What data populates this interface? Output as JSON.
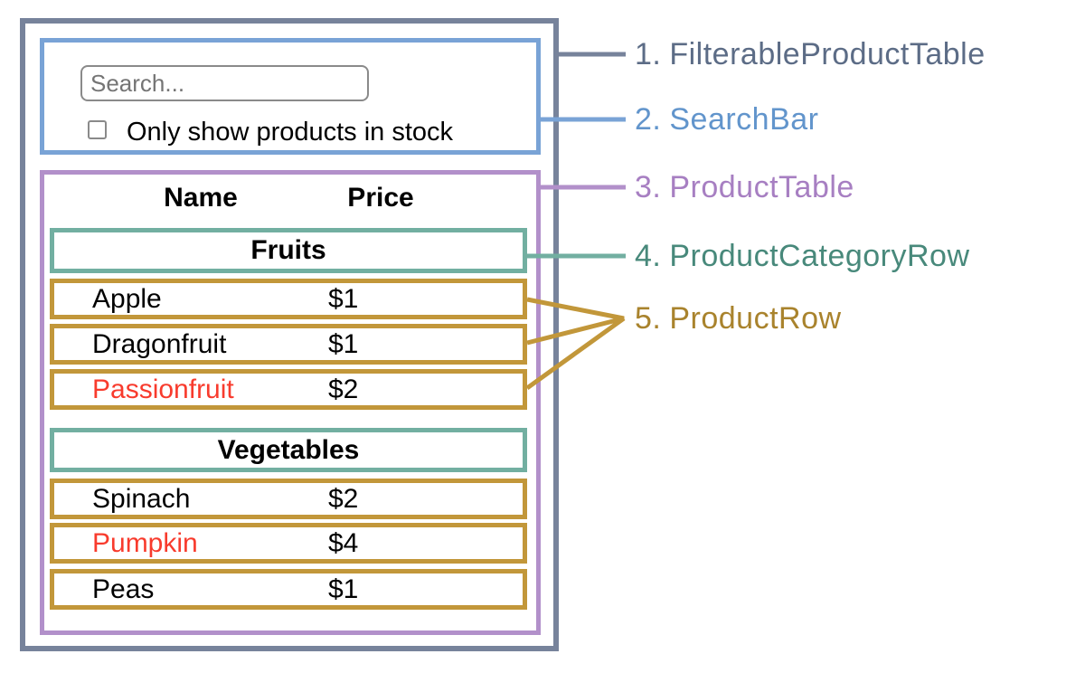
{
  "colors": {
    "outer_border": "#77839b",
    "blue_border": "#79a3d6",
    "purple_border": "#b290ca",
    "teal_border": "#72afa1",
    "gold_border": "#c2973a",
    "red_text": "#f83b2d",
    "input_border": "#8a8a8a",
    "placeholder_text": "#757575",
    "label1_text": "#5c6c86",
    "label2_text": "#6295cc",
    "label3_text": "#a77fc2",
    "label4_text": "#48897b",
    "label5_text": "#a9832d"
  },
  "search_bar": {
    "placeholder": "Search...",
    "checkbox_checked": false,
    "checkbox_label": "Only show products in stock"
  },
  "table": {
    "columns": {
      "name": "Name",
      "price": "Price"
    },
    "sections": [
      {
        "category": "Fruits",
        "rows": [
          {
            "name": "Apple",
            "price": "$1",
            "red": false
          },
          {
            "name": "Dragonfruit",
            "price": "$1",
            "red": false
          },
          {
            "name": "Passionfruit",
            "price": "$2",
            "red": true
          }
        ]
      },
      {
        "category": "Vegetables",
        "rows": [
          {
            "name": "Spinach",
            "price": "$2",
            "red": false
          },
          {
            "name": "Pumpkin",
            "price": "$4",
            "red": true
          },
          {
            "name": "Peas",
            "price": "$1",
            "red": false
          }
        ]
      }
    ]
  },
  "legend": [
    {
      "number": "1.",
      "name": "FilterableProductTable"
    },
    {
      "number": "2.",
      "name": "SearchBar"
    },
    {
      "number": "3.",
      "name": "ProductTable"
    },
    {
      "number": "4.",
      "name": "ProductCategoryRow"
    },
    {
      "number": "5.",
      "name": "ProductRow"
    }
  ]
}
